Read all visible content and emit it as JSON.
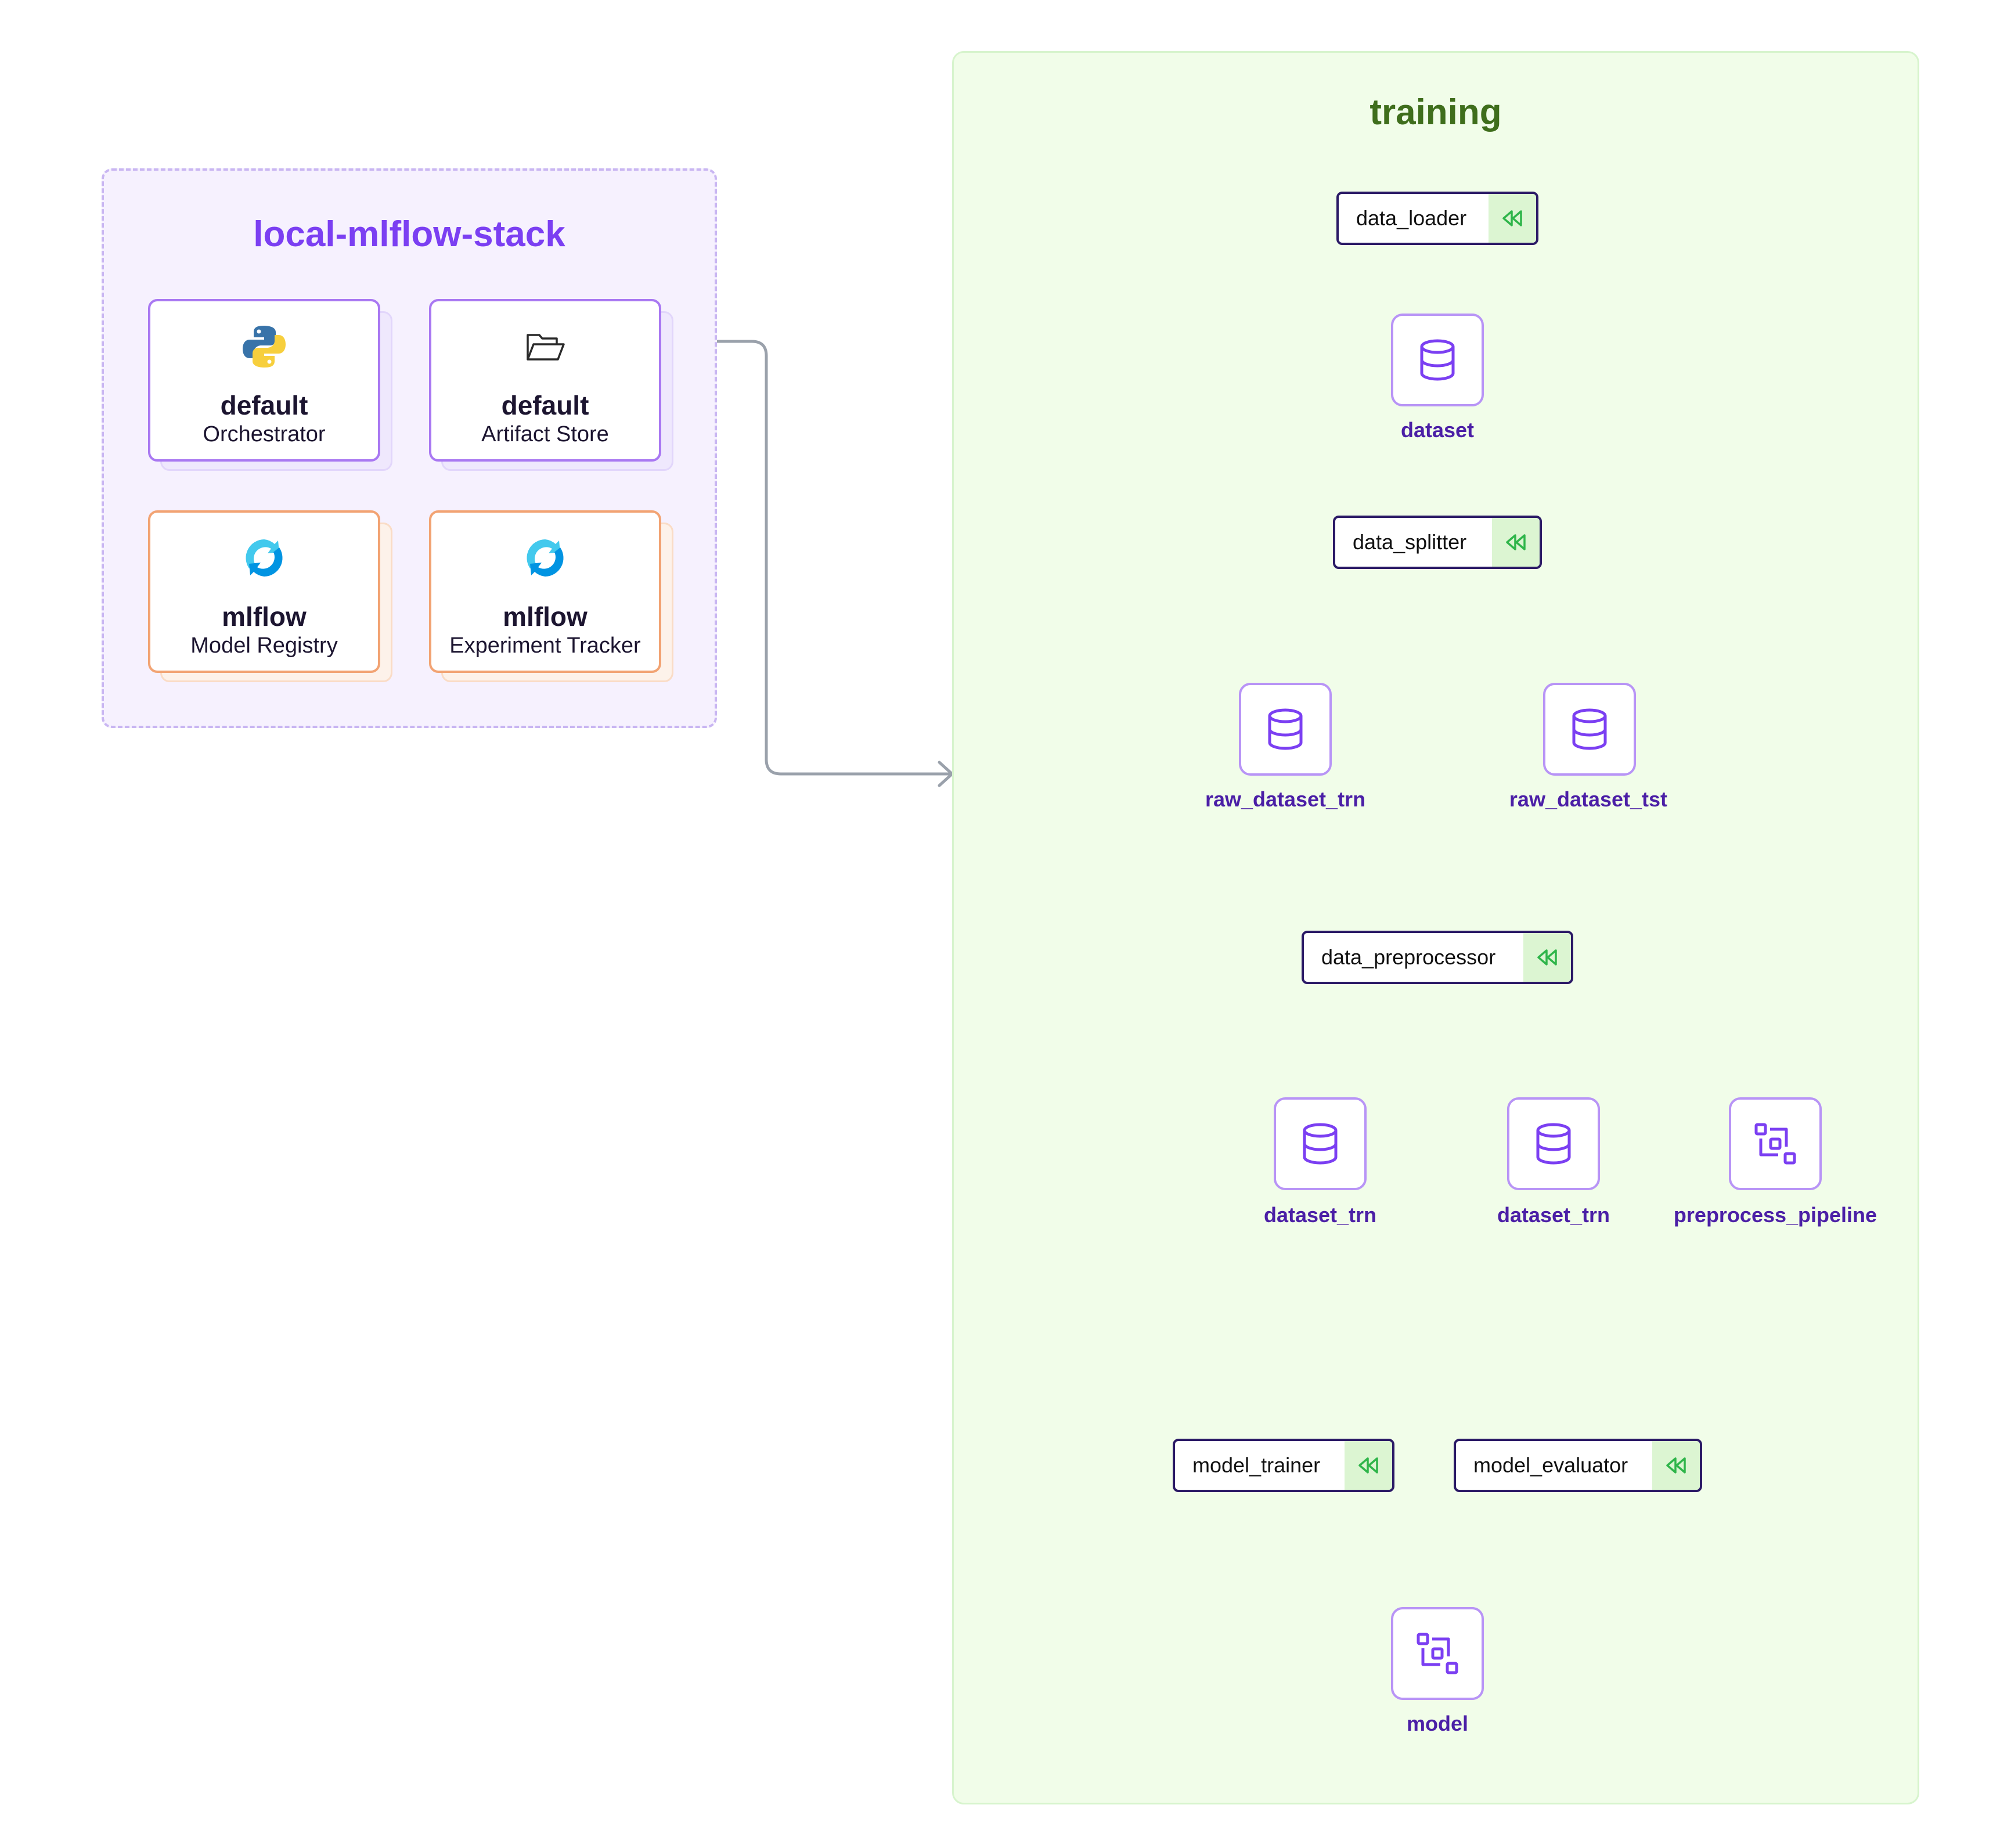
{
  "stack": {
    "title": "local-mlflow-stack",
    "components": [
      {
        "name": "default",
        "type": "Orchestrator",
        "icon": "python-icon"
      },
      {
        "name": "default",
        "type": "Artifact Store",
        "icon": "folder-open-icon"
      },
      {
        "name": "mlflow",
        "type": "Model Registry",
        "icon": "mlflow-icon"
      },
      {
        "name": "mlflow",
        "type": "Experiment Tracker",
        "icon": "mlflow-icon"
      }
    ]
  },
  "pipeline": {
    "title": "training",
    "steps": {
      "data_loader": "data_loader",
      "data_splitter": "data_splitter",
      "data_preprocessor": "data_preprocessor",
      "model_trainer": "model_trainer",
      "model_evaluator": "model_evaluator"
    },
    "artifacts": {
      "dataset": "dataset",
      "raw_dataset_trn": "raw_dataset_trn",
      "raw_dataset_tst": "raw_dataset_tst",
      "dataset_trn_1": "dataset_trn",
      "dataset_trn_2": "dataset_trn",
      "preprocess_pipeline": "preprocess_pipeline",
      "model": "model"
    }
  },
  "colors": {
    "stack_accent": "#7b3ff2",
    "pipeline_accent": "#3f6e1c",
    "step_border": "#2b1a66",
    "cache_badge": "#dcf5d2",
    "cache_icon": "#2fb54a",
    "artifact_border": "#b894f6",
    "artifact_icon": "#7b3ff2",
    "mlflow_component_border": "#f2a373",
    "edge": "#cfd3da"
  }
}
